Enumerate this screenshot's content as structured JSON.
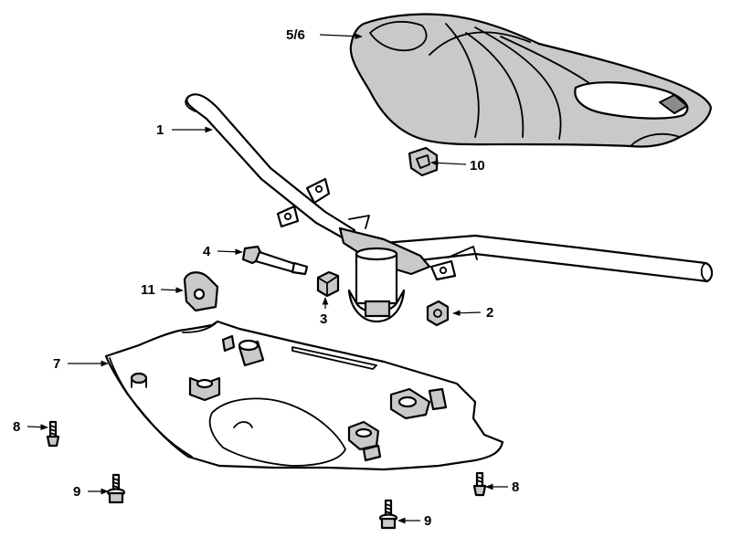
{
  "callouts": [
    {
      "label": "1",
      "part": "handlebar"
    },
    {
      "label": "2",
      "part": "nut"
    },
    {
      "label": "3",
      "part": "collar"
    },
    {
      "label": "4",
      "part": "bolt"
    },
    {
      "label": "5/6",
      "part": "upper-handle-cover"
    },
    {
      "label": "7",
      "part": "lower-handle-cover"
    },
    {
      "label": "8",
      "part": "screw"
    },
    {
      "label": "8",
      "part": "screw"
    },
    {
      "label": "9",
      "part": "flange-screw"
    },
    {
      "label": "9",
      "part": "flange-screw"
    },
    {
      "label": "10",
      "part": "clip-nut"
    },
    {
      "label": "11",
      "part": "clamp-bracket"
    }
  ]
}
